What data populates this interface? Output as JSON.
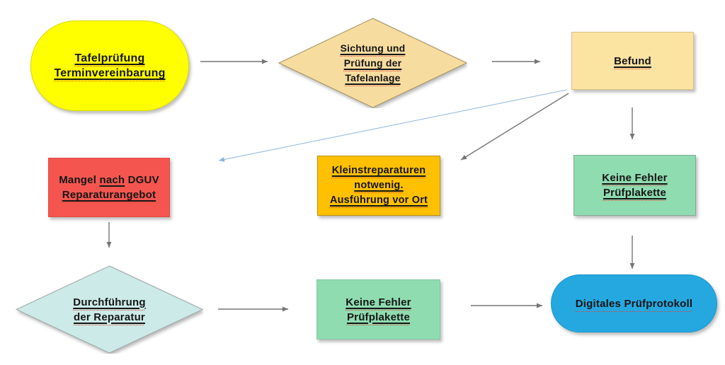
{
  "diagram": {
    "kind": "flowchart",
    "background": "#ffffff"
  },
  "nodes": {
    "start": {
      "shape": "stadium",
      "fill": "#FFFF00",
      "line1": "Tafelprüfung",
      "line2": "Terminvereinbarung"
    },
    "inspection": {
      "shape": "diamond",
      "fill": "#F7DCA0",
      "line1": "Sichtung und",
      "line2": "Prüfung der",
      "line3": "Tafelanlage"
    },
    "befund": {
      "shape": "rect",
      "fill": "#FBE3A2",
      "line1": "Befund"
    },
    "mangel": {
      "shape": "rect",
      "fill": "#F4564F",
      "line1_pre": "Mangel ",
      "line1_u": "nach",
      "line1_post": " DGUV",
      "line2": "Reparaturangebot"
    },
    "kleinstreparaturen": {
      "shape": "rect",
      "fill": "#FFC000",
      "line1": "Kleinstreparaturen",
      "line2": "notwenig.",
      "line3": "Ausführung vor Ort"
    },
    "pruefplakette_right": {
      "shape": "rect",
      "fill": "#8FDCB0",
      "line1": "Keine Fehler",
      "line2": "Prüfplakette"
    },
    "durchfuehrung": {
      "shape": "diamond",
      "fill": "#CBEAE8",
      "line1": "Durchführung",
      "line2": "der Reparatur"
    },
    "pruefplakette_bottom": {
      "shape": "rect",
      "fill": "#8FDCB0",
      "line1": "Keine Fehler",
      "line2": "Prüfplakette"
    },
    "protokoll": {
      "shape": "stadium",
      "fill": "#25A8E0",
      "line1": "Digitales Prüfprotokoll"
    }
  },
  "connectors": [
    {
      "id": "c1",
      "from": "start",
      "to": "inspection",
      "color": "#757575",
      "style": "arrow"
    },
    {
      "id": "c2",
      "from": "inspection",
      "to": "befund",
      "color": "#757575",
      "style": "arrow"
    },
    {
      "id": "c3",
      "from": "befund",
      "to": "pruefplakette_right",
      "color": "#757575",
      "style": "arrow"
    },
    {
      "id": "c4",
      "from": "befund",
      "to": "kleinstreparaturen",
      "color": "#757575",
      "style": "arrow"
    },
    {
      "id": "c5",
      "from": "befund",
      "to": "mangel",
      "color": "#8FB4DC",
      "style": "thin-arrow"
    },
    {
      "id": "c6",
      "from": "mangel",
      "to": "durchfuehrung",
      "color": "#757575",
      "style": "arrow"
    },
    {
      "id": "c7",
      "from": "durchfuehrung",
      "to": "pruefplakette_bottom",
      "color": "#757575",
      "style": "arrow"
    },
    {
      "id": "c8",
      "from": "pruefplakette_bottom",
      "to": "protokoll",
      "color": "#757575",
      "style": "arrow"
    },
    {
      "id": "c9",
      "from": "pruefplakette_right",
      "to": "protokoll",
      "color": "#757575",
      "style": "arrow"
    }
  ]
}
